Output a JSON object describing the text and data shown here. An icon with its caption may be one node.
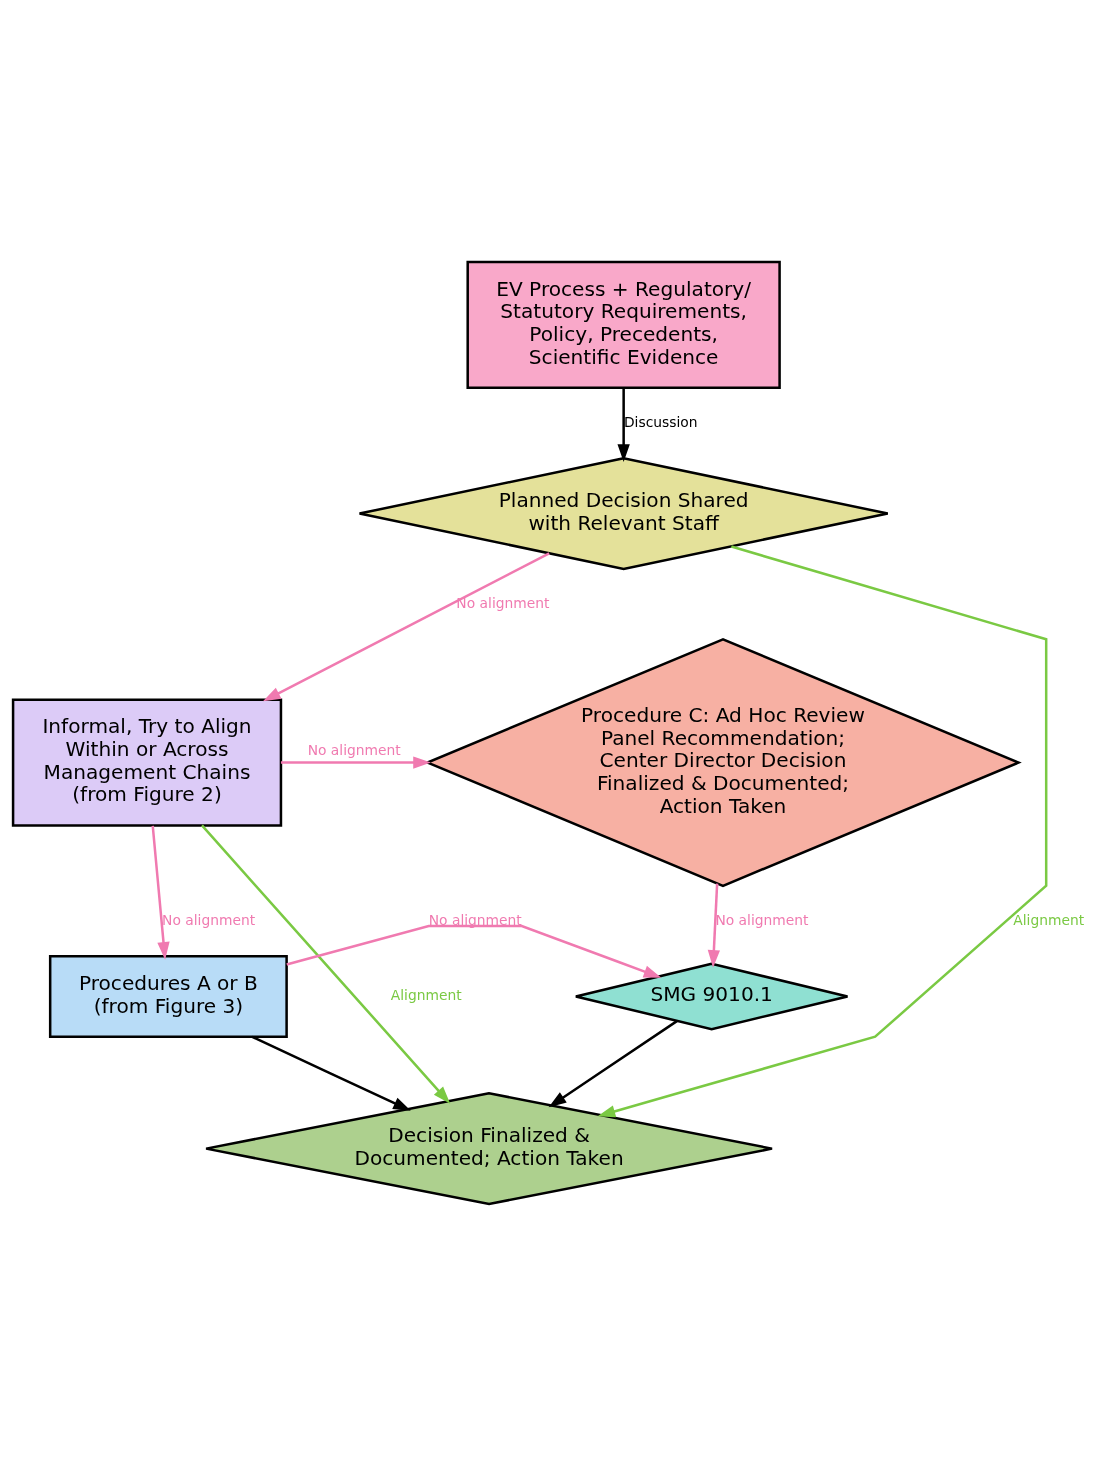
{
  "diagram": {
    "nodes": [
      {
        "text": [
          "EV Process + Regulatory/ Statutory Requirements, Policy, Precedents, Scientific Evidence"
        ]
      },
      {
        "text": [
          "Planned Decision Shared with Relevant Staff"
        ]
      },
      {
        "text": [
          "Procedure C: Ad Hoc Review Panel Recommendation; Center Director Decision Finalized & Documented; Action Taken"
        ]
      },
      {
        "text": [
          "Informal, Try to Align Within or Across Management Chains",
          "(from Figure 2)"
        ]
      },
      {
        "text": [
          "Procedures A or B",
          "(from Figure 3)"
        ]
      },
      {
        "text": [
          "SMG 9010.1"
        ]
      },
      {
        "text": [
          "Decision Finalized & Documented; Action Taken"
        ]
      }
    ],
    "edges": [
      {
        "from": 0,
        "to": 1,
        "arrow": "to",
        "label": "Discussion",
        "color": "#000000"
      },
      {
        "from": 1,
        "to": 3,
        "arrow": "to",
        "label": "No alignment"
      },
      {
        "from": 1,
        "to": 6,
        "arrow": "to",
        "label": "Alignment",
        "color": "#7ac943"
      },
      {
        "from": 3,
        "to": 2,
        "arrow": "to",
        "label": "No alignment"
      },
      {
        "from": 3,
        "to": 6,
        "arrow": "to",
        "label": "Alignment",
        "color": "#7ac943"
      },
      {
        "from": 3,
        "to": 4,
        "arrow": "to",
        "label": "No alignment"
      },
      {
        "from": 2,
        "to": 5,
        "arrow": "to",
        "label": "No alignment"
      },
      {
        "from": 4,
        "to": 5,
        "arrow": "to",
        "label": "No alignment"
      },
      {
        "from": 4,
        "to": 6,
        "arrow": "to",
        "color": "#000000"
      },
      {
        "from": 5,
        "to": 6,
        "arrow": "to",
        "color": "#000000"
      }
    ]
  }
}
